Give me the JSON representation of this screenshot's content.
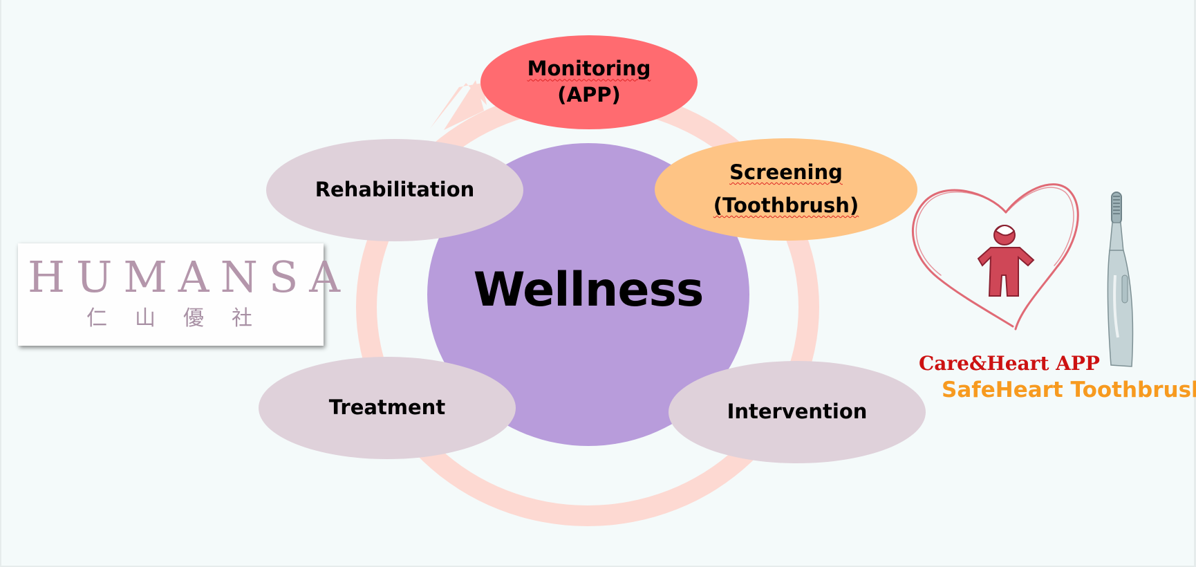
{
  "diagram": {
    "center": {
      "label": "Wellness"
    },
    "nodes": {
      "monitoring": {
        "line1": "Monitoring",
        "line2": "(APP)"
      },
      "screening": {
        "line1": "Screening",
        "line2": "(Toothbrush)"
      },
      "rehabilitation": {
        "label": "Rehabilitation"
      },
      "treatment": {
        "label": "Treatment"
      },
      "intervention": {
        "label": "Intervention"
      }
    },
    "colors": {
      "ring": "#fdd9d2",
      "center": "#b89cdb",
      "monitoring": "#ff6b70",
      "screening": "#fec485",
      "other_nodes": "#dfd1da"
    }
  },
  "logo": {
    "name_en": "HUMANSA",
    "name_zh": "仁山優社",
    "color": "#b496ab"
  },
  "products": {
    "app_caption": "Care&Heart APP",
    "toothbrush_caption": "SafeHeart Toothbrush",
    "icons": [
      "heart-outline-icon",
      "child-figure-icon",
      "toothbrush-icon"
    ],
    "colors": {
      "app_caption": "#cc1111",
      "toothbrush_caption": "#f79a1f",
      "heart": "#e06a75",
      "child": "#cf4757"
    }
  }
}
